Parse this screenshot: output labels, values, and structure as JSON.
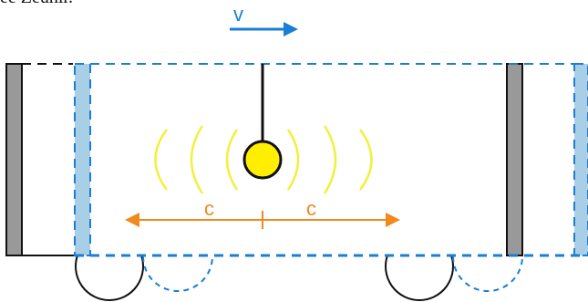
{
  "caption": "ее Zeuhir.",
  "labels": {
    "velocity": "v",
    "light_left": "c",
    "light_right": "c"
  },
  "colors": {
    "moving_frame": "#1a7fd4",
    "moving_wall_fill": "#a9cfe6",
    "rest_frame": "#111111",
    "rest_wall_fill": "#999999",
    "light_speed": "#f08a1c",
    "lamp_fill": "#ffee00",
    "waves": "#f4ef3c"
  },
  "icons": {
    "velocity_arrow": "arrow-right-icon",
    "lamp": "lamp-icon",
    "wheel": "wheel-icon"
  }
}
